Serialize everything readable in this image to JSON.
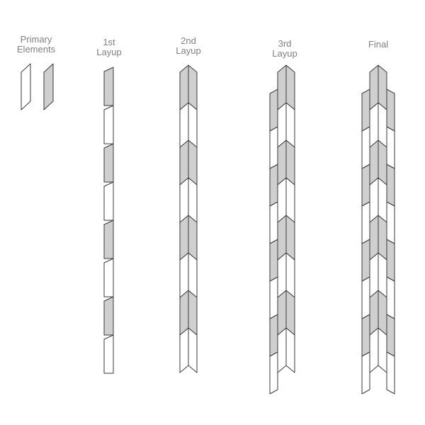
{
  "columns": [
    {
      "line1": "Primary",
      "line2": "Elements"
    },
    {
      "line1": "1st",
      "line2": "Layup"
    },
    {
      "line1": "2nd",
      "line2": "Layup"
    },
    {
      "line1": "3rd",
      "line2": "Layup"
    },
    {
      "line1": "Final",
      "line2": ""
    }
  ],
  "colors": {
    "stroke": "#3a3a3a",
    "shaded": "#cfcfcf",
    "plain": "#ffffff",
    "label": "#808080"
  },
  "legend": {
    "elements": [
      "plain",
      "shaded"
    ]
  },
  "layups": {
    "first": {
      "pattern": [
        "shaded",
        "plain",
        "shaded",
        "plain",
        "shaded",
        "plain",
        "shaded",
        "plain"
      ]
    },
    "second": {
      "pattern": [
        "shaded",
        "plain",
        "shaded",
        "plain",
        "shaded",
        "plain",
        "shaded",
        "plain"
      ]
    },
    "third": {
      "pattern": [
        "shaded",
        "plain",
        "shaded",
        "plain",
        "shaded",
        "plain",
        "shaded",
        "plain"
      ]
    },
    "final": {
      "pattern": [
        "shaded",
        "plain",
        "shaded",
        "plain",
        "shaded",
        "plain",
        "shaded",
        "plain"
      ]
    }
  }
}
